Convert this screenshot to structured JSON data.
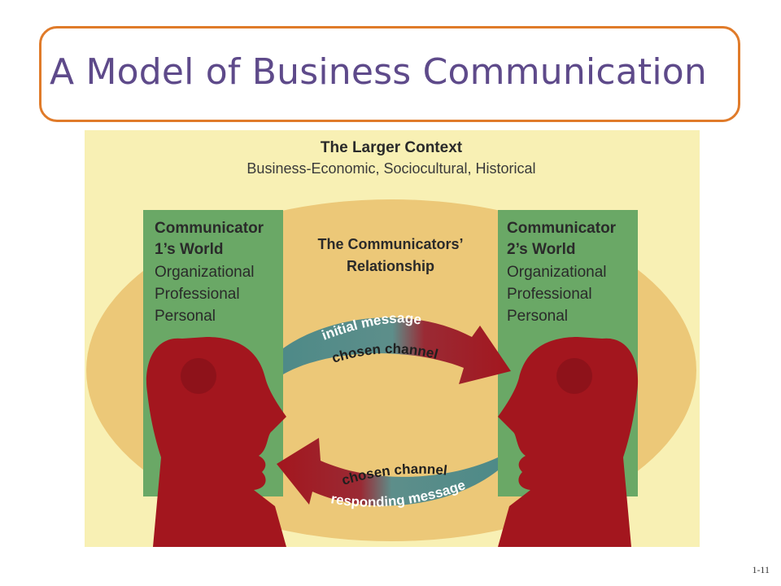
{
  "slide": {
    "title": "A Model of Business Communication",
    "page_number": "1-11"
  },
  "diagram": {
    "context": {
      "heading": "The Larger Context",
      "subheading": "Business-Economic, Sociocultural, Historical"
    },
    "relationship": {
      "line1": "The Communicators’",
      "line2": "Relationship"
    },
    "communicator1": {
      "heading_line1": "Communicator",
      "heading_line2": "1’s World",
      "items": [
        "Organizational",
        "Professional",
        "Personal"
      ]
    },
    "communicator2": {
      "heading_line1": "Communicator",
      "heading_line2": "2’s World",
      "items": [
        "Organizational",
        "Professional",
        "Personal"
      ]
    },
    "top_arrow": {
      "message": "initial message",
      "channel": "chosen channel"
    },
    "bottom_arrow": {
      "channel": "chosen channel",
      "message_part1": "resp",
      "message_part2": "onding message"
    }
  },
  "colors": {
    "title": "#5e4a8a",
    "title_border": "#e07b2a",
    "context_bg": "#f8f0b4",
    "ellipse": "#ecc878",
    "world_box": "#6aa866",
    "head": "#a3161e",
    "arrow_teal": "#4e8a88",
    "arrow_red": "#a3161e"
  }
}
